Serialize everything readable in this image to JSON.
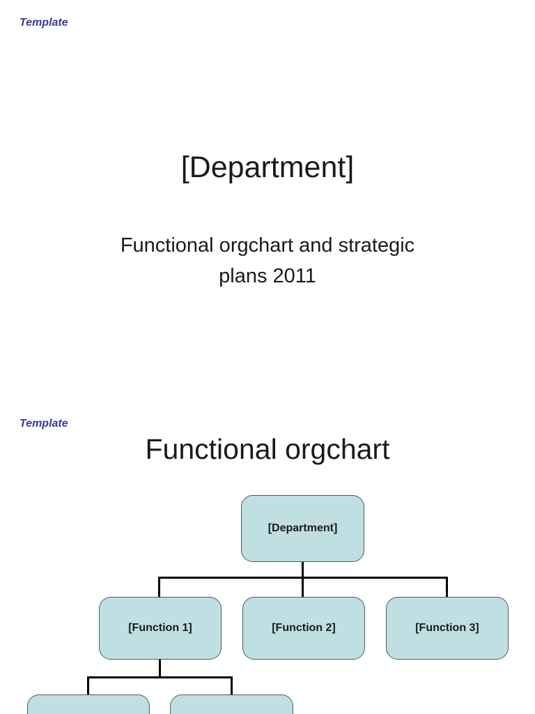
{
  "slide1": {
    "template_label": "Template",
    "title": "[Department]",
    "subtitle_lines": [
      "Functional orgchart and strategic",
      "plans 2011"
    ]
  },
  "slide2": {
    "template_label": "Template",
    "heading": "Functional orgchart",
    "orgchart": {
      "root_label": "[Department]",
      "level1_labels": [
        "[Function 1]",
        "[Function 2]",
        "[Function 3]"
      ],
      "level2_labels": [
        "",
        ""
      ]
    }
  },
  "colors": {
    "template_label": "#3b3a97",
    "box_fill": "#bfdfe2",
    "box_border": "#4d5a5e",
    "connector": "#000000",
    "text": "#1a1a1a",
    "page_bg": "#fffffe"
  }
}
